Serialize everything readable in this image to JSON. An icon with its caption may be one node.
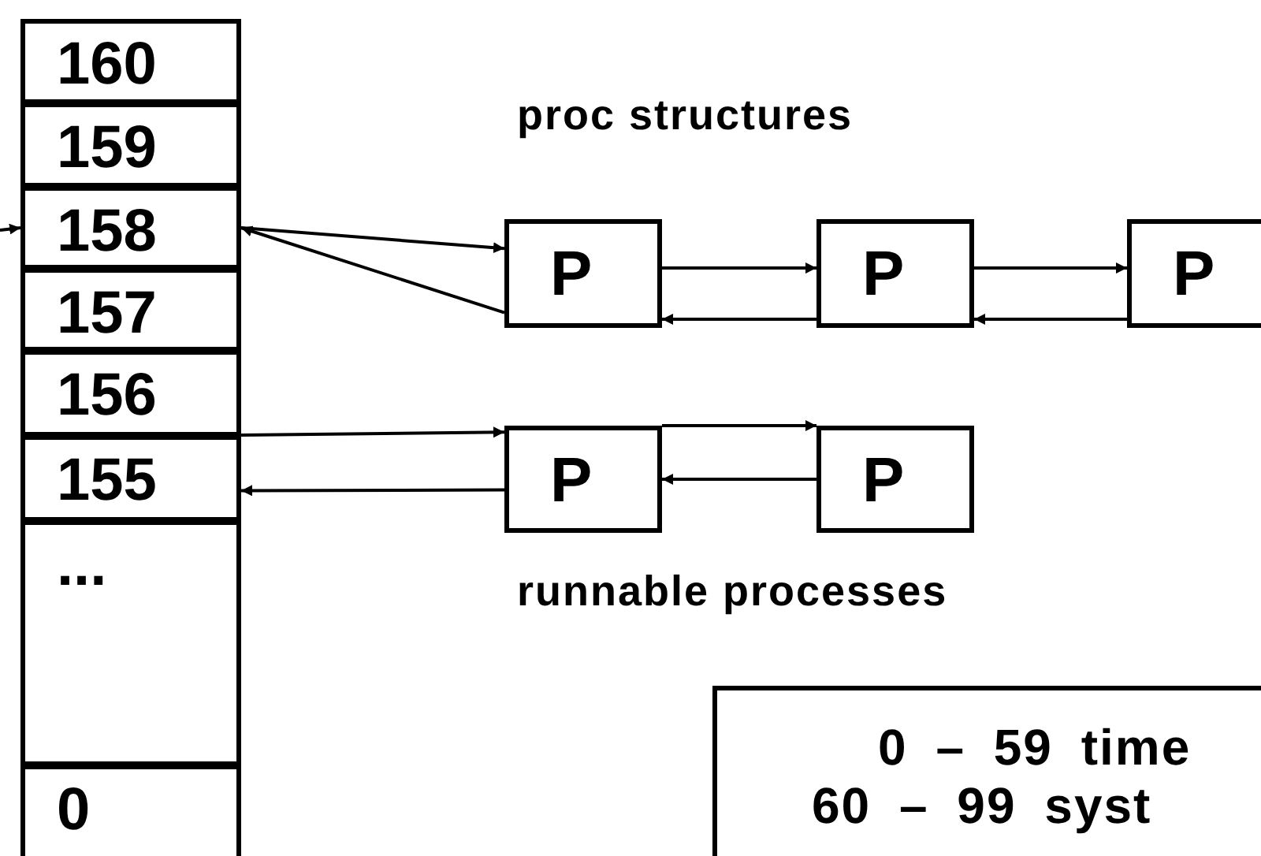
{
  "diagram": {
    "nodes": [
      {
        "text": [
          "160"
        ]
      },
      {
        "text": [
          "159"
        ]
      },
      {
        "text": [
          "158"
        ]
      },
      {
        "text": [
          "157"
        ]
      },
      {
        "text": [
          "156"
        ]
      },
      {
        "text": [
          "155"
        ]
      },
      {
        "text": [
          "..."
        ]
      },
      {
        "text": [
          "0"
        ]
      },
      {
        "text": [
          "P"
        ]
      },
      {
        "text": [
          "P"
        ]
      },
      {
        "text": [
          "P"
        ]
      },
      {
        "text": [
          "P"
        ]
      },
      {
        "text": [
          "P"
        ]
      },
      {
        "text": [
          "0 – 59 time",
          "60 – 99 syst"
        ]
      }
    ],
    "edges": [
      {
        "from": null,
        "to": 2,
        "arrow": "to"
      },
      {
        "from": 2,
        "to": 8,
        "arrow": "to"
      },
      {
        "from": 8,
        "to": 2,
        "arrow": "to"
      },
      {
        "from": 8,
        "to": 9,
        "arrow": "to"
      },
      {
        "from": 9,
        "to": 8,
        "arrow": "to"
      },
      {
        "from": 9,
        "to": 10,
        "arrow": "to"
      },
      {
        "from": 10,
        "to": 9,
        "arrow": "to"
      },
      {
        "from": 5,
        "to": 11,
        "arrow": "to"
      },
      {
        "from": 11,
        "to": 5,
        "arrow": "to"
      },
      {
        "from": 11,
        "to": 12,
        "arrow": "to"
      },
      {
        "from": 12,
        "to": 11,
        "arrow": "to"
      }
    ],
    "labels": [
      "proc structures",
      "runnable processes"
    ]
  }
}
